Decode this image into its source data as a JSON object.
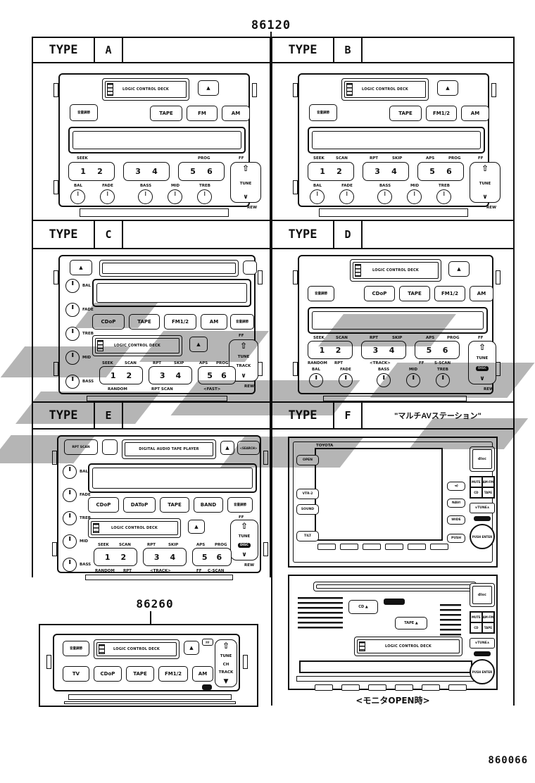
{
  "page": {
    "top_part_number": "86120",
    "sub_part_number": "86260",
    "doc_number": "860066",
    "type_label": "TYPE",
    "type_f_note": "\"マルチAVステーション\"",
    "monitor_open_caption": "<モニタOPEN時>"
  },
  "types": {
    "a": "A",
    "b": "B",
    "c": "C",
    "d": "D",
    "e": "E",
    "f": "F"
  },
  "common": {
    "deck": "LOGIC CONTROL DECK",
    "dat_deck": "DIGITAL AUDIO TAPE PLAYER",
    "power": "音量調節",
    "eject": "▲",
    "presets": [
      "1",
      "2",
      "3",
      "4",
      "5",
      "6"
    ],
    "knobs_row": [
      "BAL",
      "FADE",
      "BASS",
      "MID",
      "TREB"
    ],
    "knobs_col": [
      "BAL",
      "FADE",
      "TREB",
      "MID",
      "BASS"
    ],
    "lbl": {
      "seek": "SEEK",
      "scan": "SCAN",
      "rpt": "RPT",
      "skip": "SKIP",
      "aps": "APS",
      "prog": "PROG",
      "ff": "FF",
      "rew": "REW",
      "tune": "TUNE",
      "track": "TRACK",
      "disc": "DISC",
      "up": "⇧",
      "down": "∨"
    }
  },
  "buttons": {
    "tape": "TAPE",
    "fm": "FM",
    "fm12": "FM1/2",
    "am": "AM",
    "band": "BAND",
    "cd": "CDoP",
    "dat": "DAToP",
    "tv": "TV",
    "rpt_scan": "RPT SCAN",
    "search": "<SEARCH>"
  },
  "sub_c": {
    "random": "RANDOM",
    "rpt_scan": "RPT SCAN",
    "fast": "<FAST>"
  },
  "sub_d": {
    "random": "RANDOM",
    "rpt": "RPT",
    "track": "<TRACK>",
    "ff": "FF",
    "s_scan": "S-SCAN"
  },
  "sub_e": {
    "random": "RANDOM",
    "rpt": "RPT",
    "track": "<TRACK>",
    "ff": "FF",
    "c_scan": "C-SCAN"
  },
  "f_unit": {
    "brand": "TOYOTA",
    "open": "OPEN",
    "vtr2": "VTR·2",
    "sound": "SOUND",
    "tilt": "TILT",
    "spk": "◄)",
    "navi": "NAVI",
    "wide": "WIDE",
    "push": "PUSH",
    "disc": "disc",
    "mute": "MUTE",
    "amfm": "AM·FM",
    "cd": "CD",
    "tape": "TAPE",
    "tune_rocker": "∨TUNE∧",
    "knob": "PUSH ENTER",
    "cd_eject": "CD ▲",
    "tape_eject": "TAPE ▲"
  },
  "r86260": {
    "ff": "FF",
    "tune": "TUNE",
    "ch": "CH",
    "track": "TRACK",
    "down": "▼"
  }
}
